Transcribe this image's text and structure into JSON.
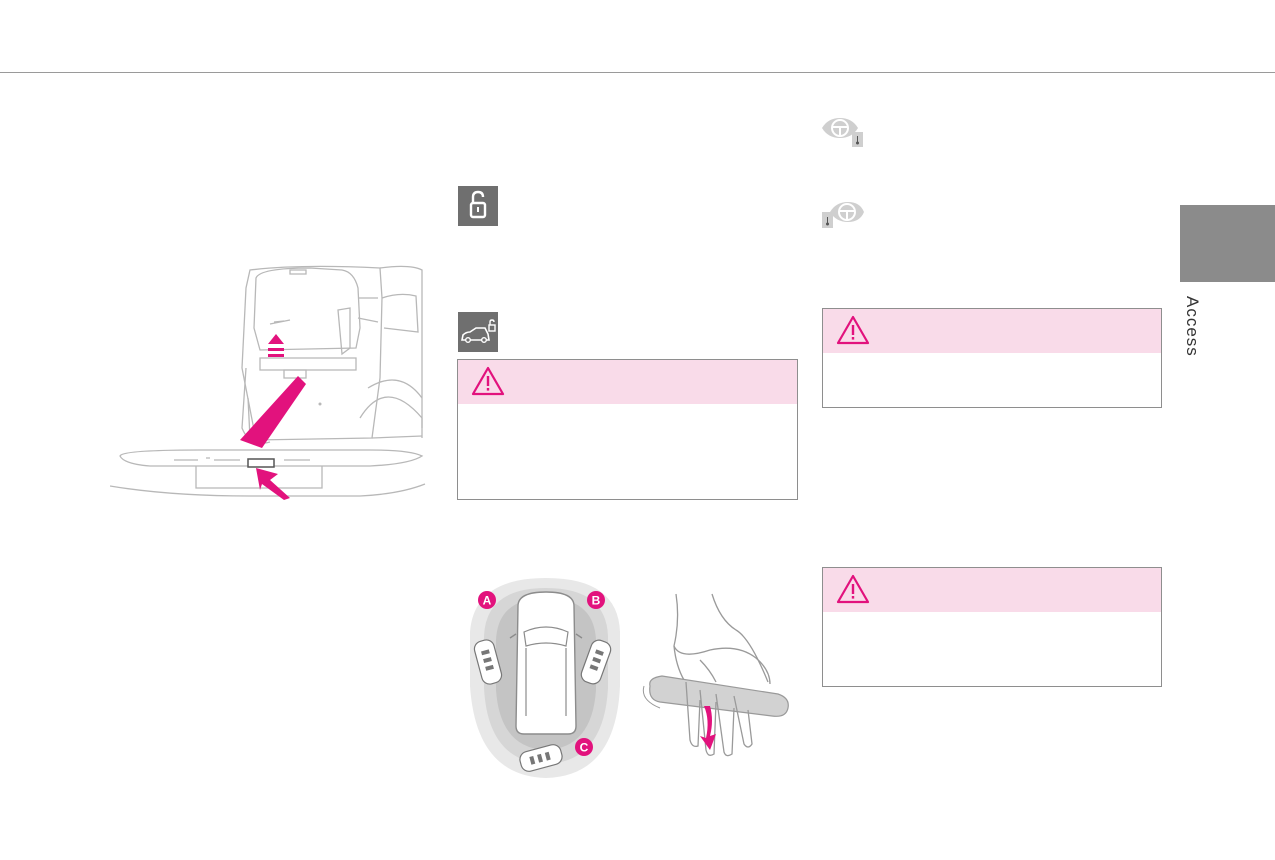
{
  "page": {
    "section_tab": "Access"
  },
  "colors": {
    "accent_magenta": "#e2127d",
    "warning_header": "#f9dbe9",
    "icon_grey": "#6f6f6f",
    "tab_grey": "#8b8b8b"
  },
  "icons": {
    "unlock": "padlock-open-icon",
    "vehicle_unlock": "car-padlock-icon",
    "steering_left": "steering-wheel-lhd-icon",
    "steering_right": "steering-wheel-rhd-icon",
    "warning": "warning-triangle-icon"
  },
  "figures": {
    "key_zones": [
      "A",
      "B",
      "C"
    ]
  }
}
